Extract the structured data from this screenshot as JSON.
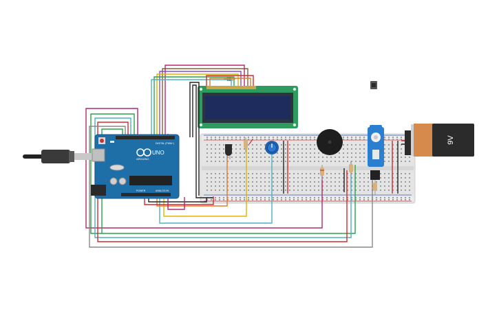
{
  "arduino": {
    "brand": "ARDUINO",
    "model": "UNO",
    "digital_label": "DIGITAL (PWM~)",
    "power_label": "POWER",
    "analog_label": "ANALOG IN"
  },
  "battery": {
    "voltage_label": "9V"
  },
  "colors": {
    "breadboard": "#e6e6e6",
    "arduino_board": "#1e6fa8",
    "lcd_pcb": "#2e9a5f",
    "lcd_screen": "#1c2a55",
    "battery_body": "#d68a4b",
    "battery_cap": "#2b2b2b",
    "servo": "#2a7fd1",
    "wire_magenta": "#b2286e",
    "wire_green": "#2aa44a",
    "wire_red": "#d02b2b",
    "wire_yellow": "#e2b400",
    "wire_cyan": "#4ab0c4",
    "wire_black": "#222222",
    "wire_gray": "#888888",
    "wire_orange": "#e07a2a",
    "wire_purple": "#8a4bbf",
    "wire_brown": "#8a5a3a"
  },
  "components": {
    "items": [
      "arduino-uno",
      "lcd-16x2",
      "breadboard",
      "potentiometer",
      "piezo-buzzer",
      "servo-motor",
      "battery-9v",
      "pushbutton",
      "usb-cable",
      "temperature-sensor",
      "resistor",
      "led"
    ]
  }
}
